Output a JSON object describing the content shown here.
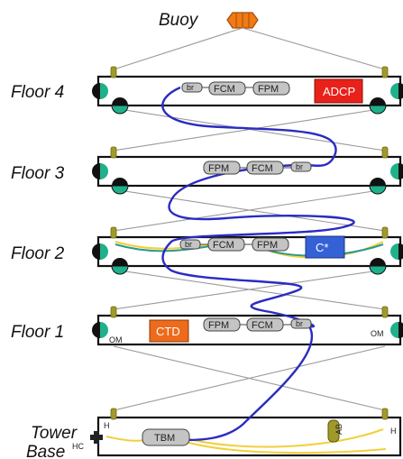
{
  "buoy": {
    "label": "Buoy",
    "color": "#f07a14"
  },
  "floors": [
    {
      "label": "Floor 4"
    },
    {
      "label": "Floor 3"
    },
    {
      "label": "Floor 2"
    },
    {
      "label": "Floor 1"
    }
  ],
  "tower_base": {
    "label_line1": "Tower",
    "label_line2": "Base"
  },
  "modules": {
    "br": "br",
    "fcm": "FCM",
    "fpm": "FPM",
    "tbm": "TBM",
    "ab": "AB"
  },
  "boxes": {
    "adcp": {
      "label": "ADCP",
      "color": "#e8211a"
    },
    "cstar": {
      "label": "C*",
      "color": "#3561d6"
    },
    "ctd": {
      "label": "CTD",
      "color": "#ee6a1c"
    }
  },
  "connectors": {
    "om": "OM",
    "h": "H",
    "hc": "HC"
  },
  "colors": {
    "cable_main": "#2b2bc2",
    "cable_yellow": "#f2cf3a",
    "cable_teal": "#2a9a8f",
    "float_green": "#1fb08c",
    "post_olive": "#a19a2a",
    "pill_gray": "#c4c4c4"
  }
}
